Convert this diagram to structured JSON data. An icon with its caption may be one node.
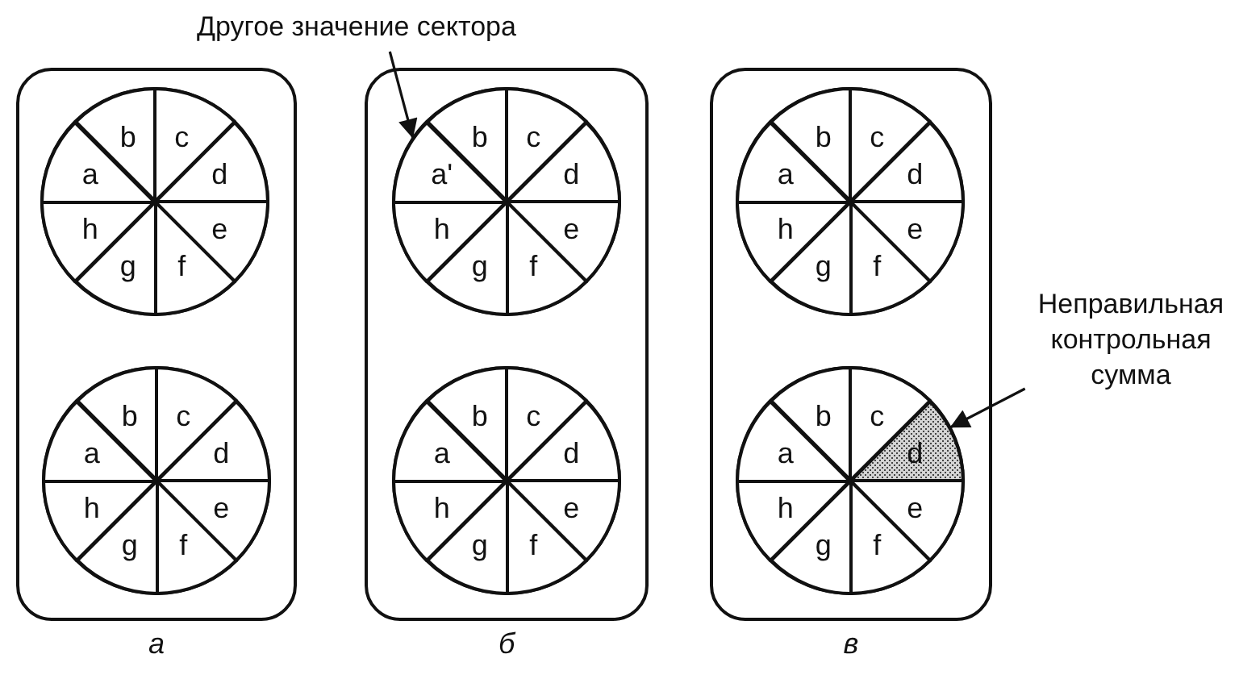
{
  "diagram": {
    "nodes": [
      {
        "text": [
          "Другое значение сектора"
        ]
      },
      {
        "text": [],
        "shape": "box",
        "beside": [
          "а"
        ]
      },
      {
        "text": [],
        "shape": "circle",
        "in": 1
      },
      {
        "text": [
          "b"
        ],
        "in": 2
      },
      {
        "text": [
          "c"
        ],
        "in": 2
      },
      {
        "text": [
          "d"
        ],
        "in": 2
      },
      {
        "text": [
          "e"
        ],
        "in": 2
      },
      {
        "text": [
          "f"
        ],
        "in": 2
      },
      {
        "text": [
          "g"
        ],
        "in": 2
      },
      {
        "text": [
          "h"
        ],
        "in": 2
      },
      {
        "text": [
          "a"
        ],
        "in": 2
      },
      {
        "text": [],
        "shape": "circle",
        "in": 1
      },
      {
        "text": [
          "b"
        ],
        "in": 11
      },
      {
        "text": [
          "c"
        ],
        "in": 11
      },
      {
        "text": [
          "d"
        ],
        "in": 11
      },
      {
        "text": [
          "e"
        ],
        "in": 11
      },
      {
        "text": [
          "f"
        ],
        "in": 11
      },
      {
        "text": [
          "g"
        ],
        "in": 11
      },
      {
        "text": [
          "h"
        ],
        "in": 11
      },
      {
        "text": [
          "a"
        ],
        "in": 11
      },
      {
        "text": [],
        "shape": "box",
        "beside": [
          "б"
        ]
      },
      {
        "text": [],
        "shape": "circle",
        "in": 20
      },
      {
        "text": [
          "b"
        ],
        "in": 21
      },
      {
        "text": [
          "c"
        ],
        "in": 21
      },
      {
        "text": [
          "d"
        ],
        "in": 21
      },
      {
        "text": [
          "e"
        ],
        "in": 21
      },
      {
        "text": [
          "f"
        ],
        "in": 21
      },
      {
        "text": [
          "g"
        ],
        "in": 21
      },
      {
        "text": [
          "h"
        ],
        "in": 21
      },
      {
        "text": [
          "a'"
        ],
        "in": 21
      },
      {
        "text": [],
        "shape": "circle",
        "in": 20
      },
      {
        "text": [
          "b"
        ],
        "in": 30
      },
      {
        "text": [
          "c"
        ],
        "in": 30
      },
      {
        "text": [
          "d"
        ],
        "in": 30
      },
      {
        "text": [
          "e"
        ],
        "in": 30
      },
      {
        "text": [
          "f"
        ],
        "in": 30
      },
      {
        "text": [
          "g"
        ],
        "in": 30
      },
      {
        "text": [
          "h"
        ],
        "in": 30
      },
      {
        "text": [
          "a"
        ],
        "in": 30
      },
      {
        "text": [],
        "shape": "box",
        "beside": [
          "в"
        ]
      },
      {
        "text": [],
        "shape": "circle",
        "in": 39
      },
      {
        "text": [
          "b"
        ],
        "in": 40
      },
      {
        "text": [
          "c"
        ],
        "in": 40
      },
      {
        "text": [
          "d"
        ],
        "in": 40
      },
      {
        "text": [
          "e"
        ],
        "in": 40
      },
      {
        "text": [
          "f"
        ],
        "in": 40
      },
      {
        "text": [
          "g"
        ],
        "in": 40
      },
      {
        "text": [
          "h"
        ],
        "in": 40
      },
      {
        "text": [
          "a"
        ],
        "in": 40
      },
      {
        "text": [
          "Неправильная контрольная сумма"
        ]
      },
      {
        "text": [],
        "shape": "circle",
        "in": 39
      },
      {
        "text": [
          "b"
        ],
        "in": 50
      },
      {
        "text": [
          "c"
        ],
        "in": 50
      },
      {
        "text": [
          "d"
        ],
        "in": 50
      },
      {
        "text": [
          "e"
        ],
        "in": 50
      },
      {
        "text": [
          "f"
        ],
        "in": 50
      },
      {
        "text": [
          "g"
        ],
        "in": 50
      },
      {
        "text": [
          "h"
        ],
        "in": 50
      },
      {
        "text": [
          "a"
        ],
        "in": 50
      }
    ],
    "edges": [
      {
        "from": 0,
        "to": 29,
        "arrow": "to"
      },
      {
        "from": 49,
        "to": 53,
        "arrow": "to"
      }
    ]
  }
}
